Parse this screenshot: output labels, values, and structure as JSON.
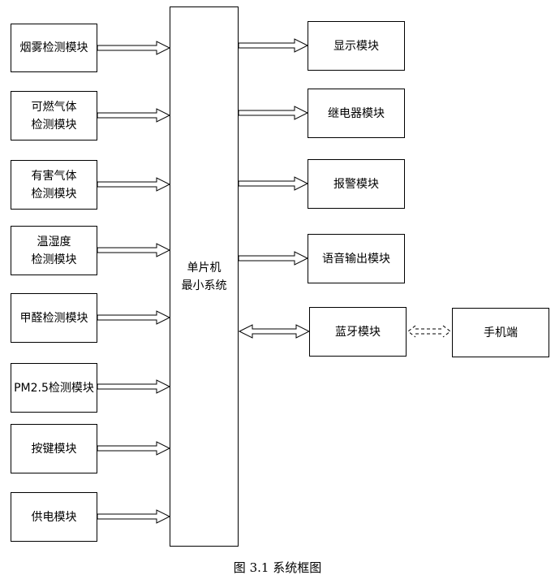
{
  "inputs": [
    {
      "label": "烟雾检测模块"
    },
    {
      "label": "可燃气体\n检测模块"
    },
    {
      "label": "有害气体\n检测模块"
    },
    {
      "label": "温湿度\n检测模块"
    },
    {
      "label": "甲醛检测模块"
    },
    {
      "label": "PM2.5检测模块"
    },
    {
      "label": "按键模块"
    },
    {
      "label": "供电模块"
    }
  ],
  "mcu": {
    "label": "单片机\n最小系统"
  },
  "outputs": [
    {
      "label": "显示模块"
    },
    {
      "label": "继电器模块"
    },
    {
      "label": "报警模块"
    },
    {
      "label": "语音输出模块"
    }
  ],
  "bluetooth": {
    "label": "蓝牙模块"
  },
  "phone": {
    "label": "手机端"
  },
  "caption": "图 3.1  系统框图"
}
